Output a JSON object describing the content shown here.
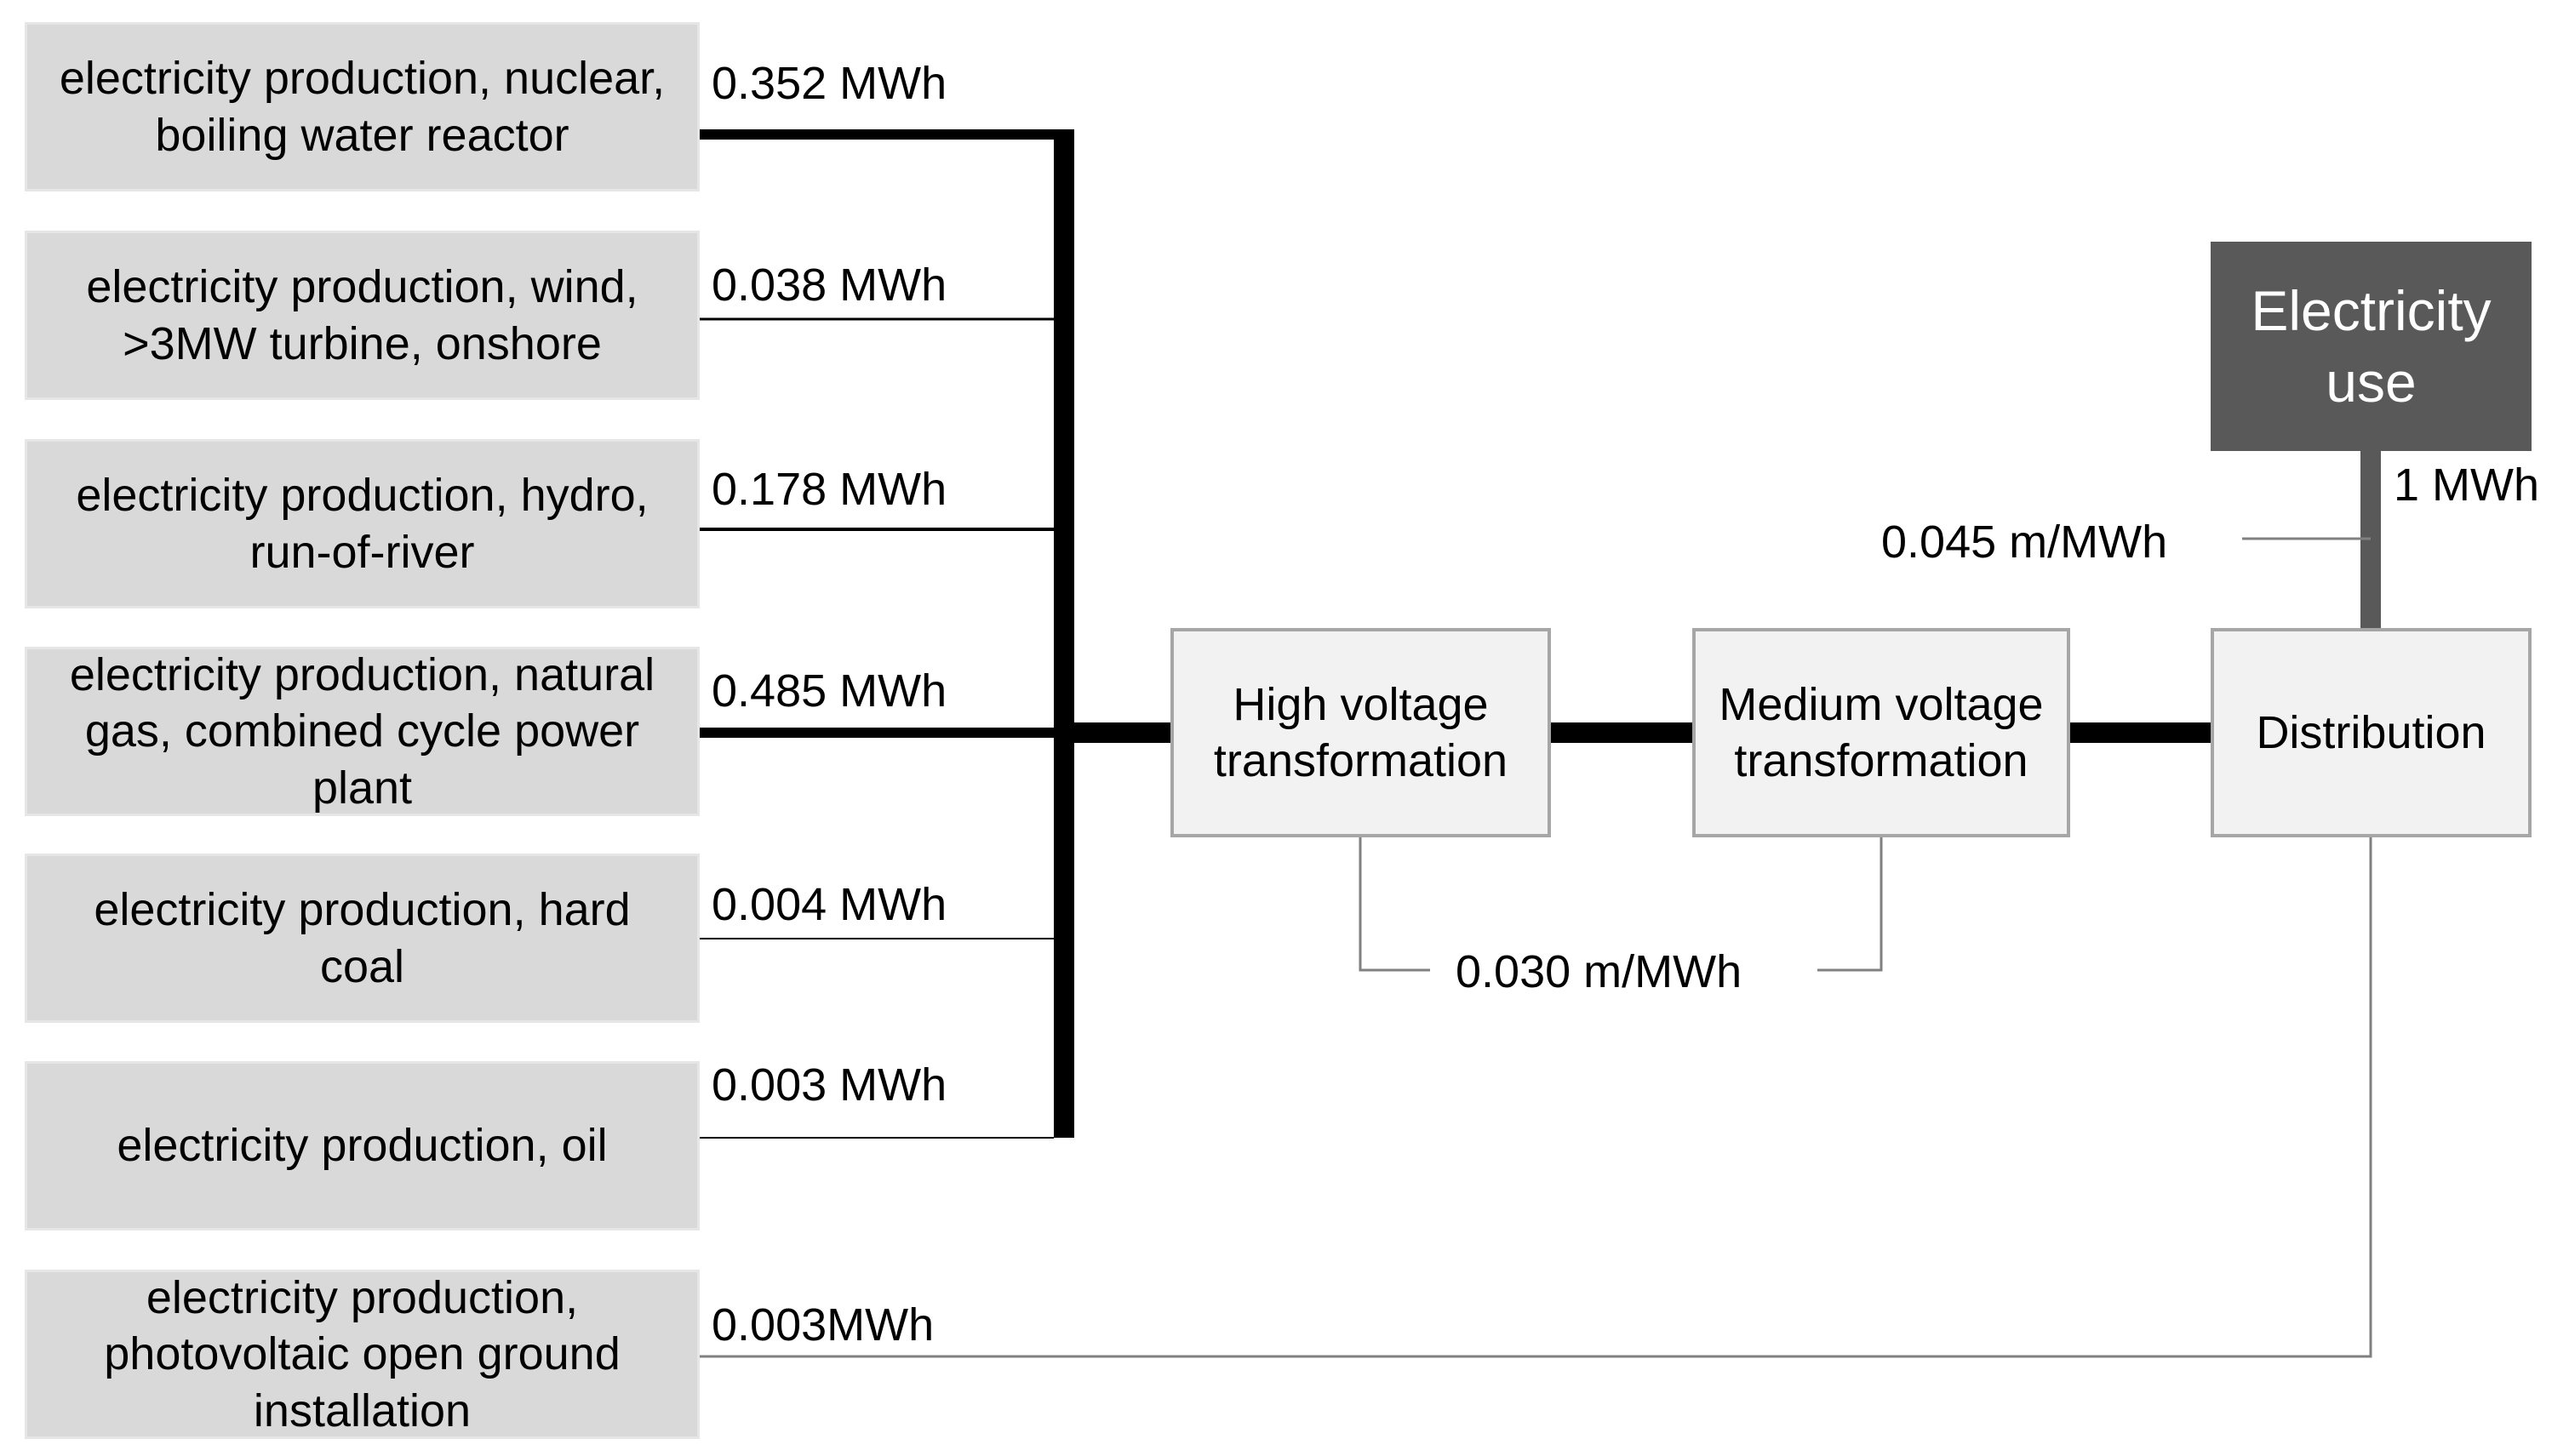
{
  "sources": [
    {
      "label": "electricity production, nuclear, boiling water reactor",
      "amount": "0.352 MWh"
    },
    {
      "label": "electricity production, wind, >3MW turbine, onshore",
      "amount": "0.038 MWh"
    },
    {
      "label": "electricity production, hydro, run-of-river",
      "amount": "0.178 MWh"
    },
    {
      "label": "electricity production, natural gas, combined cycle power plant",
      "amount": "0.485 MWh"
    },
    {
      "label": "electricity production, hard coal",
      "amount": "0.004 MWh"
    },
    {
      "label": "electricity production, oil",
      "amount": "0.003 MWh"
    },
    {
      "label": "electricity production, photovoltaic open ground installation",
      "amount": "0.003MWh"
    }
  ],
  "stages": {
    "high_voltage": "High voltage transformation",
    "medium_voltage": "Medium voltage transformation",
    "distribution": "Distribution",
    "electricity_use": "Electricity use"
  },
  "labels": {
    "transformation_loss": "0.030 m/MWh",
    "distribution_loss": "0.045 m/MWh",
    "use_amount": "1 MWh"
  },
  "colors": {
    "source_fill": "#d9d9d9",
    "stage_fill": "#f2f2f2",
    "use_fill": "#595959",
    "flow_line": "#000000",
    "thin_line": "#808080"
  }
}
